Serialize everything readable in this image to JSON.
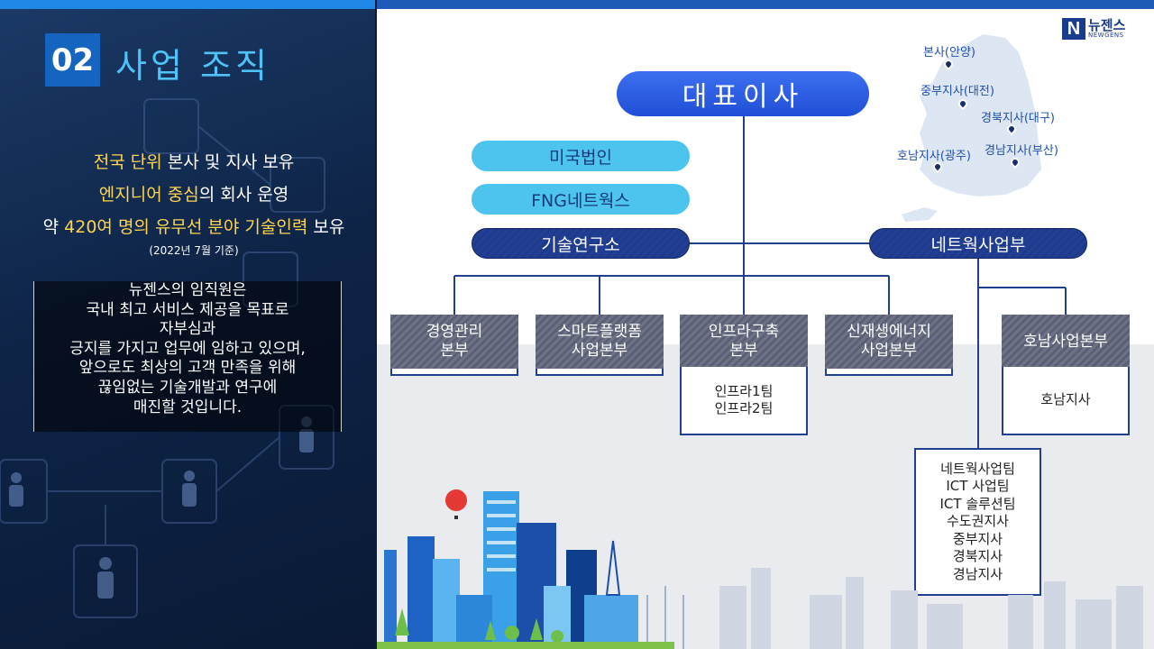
{
  "section": {
    "number": "02",
    "title": "사업 조직"
  },
  "summary": {
    "line1_hl": "전국 단위",
    "line1_rest": " 본사 및 지사 보유",
    "line2_hl": "엔지니어 중심",
    "line2_rest": "의 회사 운영",
    "line3_pre": "약 ",
    "line3_hl": "420여 명의 유무선 분야 기술인력",
    "line3_rest": " 보유",
    "note": "(2022년 7월 기준)"
  },
  "description": [
    "뉴젠스의 임직원은",
    "국내 최고 서비스 제공을 목표로",
    "자부심과",
    "긍지를 가지고 업무에 임하고 있으며,",
    "앞으로도 최상의 고객 만족을 위해",
    "끊임없는 기술개발과 연구에",
    "매진할 것입니다."
  ],
  "logo": {
    "ko": "뉴젠스",
    "en": "NEWGENS",
    "mark": "N"
  },
  "map": {
    "locations": [
      "본사(안양)",
      "중부지사(대전)",
      "경북지사(대구)",
      "경남지사(부산)",
      "호남지사(광주)"
    ]
  },
  "org": {
    "ceo": "대표이사",
    "subsidiaries": [
      "미국법인",
      "FNG네트웍스"
    ],
    "lab": "기술연구소",
    "network_division": "네트웍사업부",
    "departments": [
      {
        "line1": "경영관리",
        "line2": "본부"
      },
      {
        "line1": "스마트플랫폼",
        "line2": "사업본부"
      },
      {
        "line1": "인프라구축",
        "line2": "본부"
      },
      {
        "line1": "신재생에너지",
        "line2": "사업본부"
      },
      {
        "line1": "호남사업본부",
        "line2": ""
      }
    ],
    "infra_teams": [
      "인프라1팀",
      "인프라2팀"
    ],
    "honam_teams": [
      "호남지사"
    ],
    "network_teams": [
      "네트웍사업팀",
      "ICT 사업팀",
      "ICT 솔루션팀",
      "수도권지사",
      "중부지사",
      "경북지사",
      "경남지사"
    ]
  },
  "colors": {
    "accent_blue": "#1e88e5",
    "ceo_blue": "#2a5ae0",
    "light_pill": "#4cc4ee",
    "dark_pill": "#1d3a8c",
    "highlight": "#ffd54f",
    "title_cyan": "#4fc3f7"
  },
  "icons": [
    "n-logo-icon",
    "location-pin-icon",
    "korea-map-icon",
    "people-network-icon",
    "city-skyline-icon"
  ]
}
